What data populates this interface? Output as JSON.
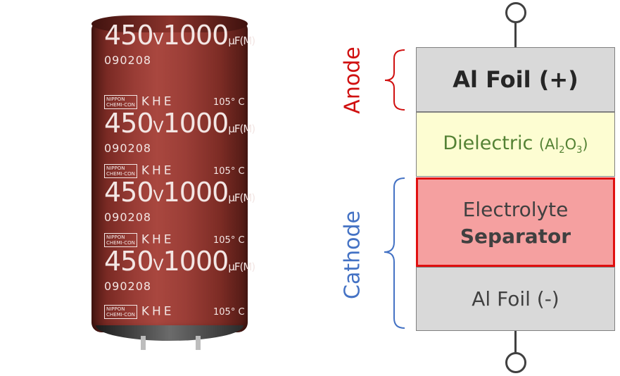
{
  "capacitor": {
    "brand_line1": "NIPPON",
    "brand_line2": "CHEMI-CON",
    "series": "KHE",
    "temperature": "105° C",
    "voltage": "450",
    "voltage_unit": "V",
    "capacitance": "1000",
    "capacitance_unit": "μF(M)",
    "lot": "090208"
  },
  "diagram": {
    "anode_label": "Anode",
    "cathode_label": "Cathode",
    "layers": {
      "anode_foil": "Al Foil (+)",
      "dielectric_text": "Dielectric",
      "dielectric_formula_open": "(Al",
      "dielectric_sub1": "2",
      "dielectric_mid": "O",
      "dielectric_sub2": "3",
      "dielectric_formula_close": ")",
      "electrolyte": "Electrolyte",
      "separator": "Separator",
      "cathode_foil": "Al Foil (-)"
    },
    "colors": {
      "anode": "#d01010",
      "cathode": "#4472c4",
      "foil": "#d9d9d9",
      "dielectric": "#fdfdd2",
      "separator_fill": "#f5a0a0",
      "separator_border": "#e01010"
    }
  }
}
